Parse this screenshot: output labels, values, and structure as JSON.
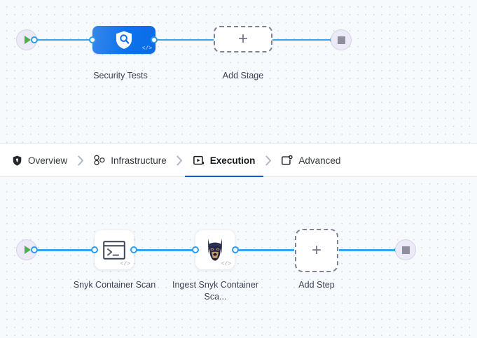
{
  "tabs": [
    {
      "label": "Overview",
      "icon": "shield-icon",
      "active": false
    },
    {
      "label": "Infrastructure",
      "icon": "nodes-cluster-icon",
      "active": false
    },
    {
      "label": "Execution",
      "icon": "play-box-icon",
      "active": true
    },
    {
      "label": "Advanced",
      "icon": "settings-box-icon",
      "active": false
    }
  ],
  "separator": "chevron-right-icon",
  "stage_pipeline": {
    "start_marker": "start-play-icon",
    "end_marker": "stop-square-icon",
    "stages": [
      {
        "label": "Security Tests",
        "icon": "shield-search-icon",
        "badge": "</>"
      }
    ],
    "add_stage": {
      "label": "Add Stage",
      "glyph": "+"
    }
  },
  "step_pipeline": {
    "start_marker": "start-play-icon",
    "end_marker": "stop-square-icon",
    "steps": [
      {
        "label": "Snyk Container Scan",
        "icon": "terminal-icon",
        "badge": "</>"
      },
      {
        "label": "Ingest Snyk Container Sca...",
        "icon": "doberman-icon",
        "badge": "</>"
      }
    ],
    "add_step": {
      "label": "Add Step",
      "glyph": "+"
    }
  },
  "colors": {
    "connector": "#35a5f0",
    "active_tab_underline": "#0b5cd5",
    "stage_blue": "#0d6ce4",
    "canvas_bg": "#f7fafd",
    "start_green": "#4caf50",
    "stop_gray": "#8e8e9e"
  }
}
